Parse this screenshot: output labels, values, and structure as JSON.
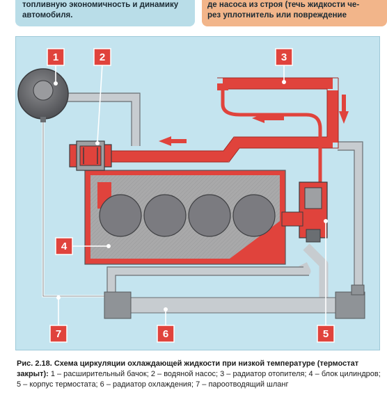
{
  "top_left": {
    "lines": [
      "топливную экономичность и динамику",
      "автомобиля."
    ]
  },
  "top_right": {
    "lines": [
      "де насоса из строя (течь жидкости че-",
      "рез уплотнитель или повреждение"
    ]
  },
  "diagram": {
    "labels": [
      "1",
      "2",
      "3",
      "4",
      "5",
      "6",
      "7"
    ],
    "colors": {
      "background": "#c4e4ef",
      "label_fill": "#e0433c",
      "hot_coolant": "#e0433c",
      "pipe": "#c7ccd0",
      "engine_block": "#a9a9aa",
      "cylinder": "#7b7b80"
    }
  },
  "caption": {
    "lead": "Рис. 2.18. Схема циркуляции охлаждающей жидкости при низкой температуре (термостат закрыт):",
    "text": " 1 – расширительный бачок; 2 – водяной насос; 3 – радиатор отопителя; 4 – блок цилиндров; 5 – корпус термостата; 6 – радиатор охлаждения; 7 – пароотводящий шланг"
  }
}
